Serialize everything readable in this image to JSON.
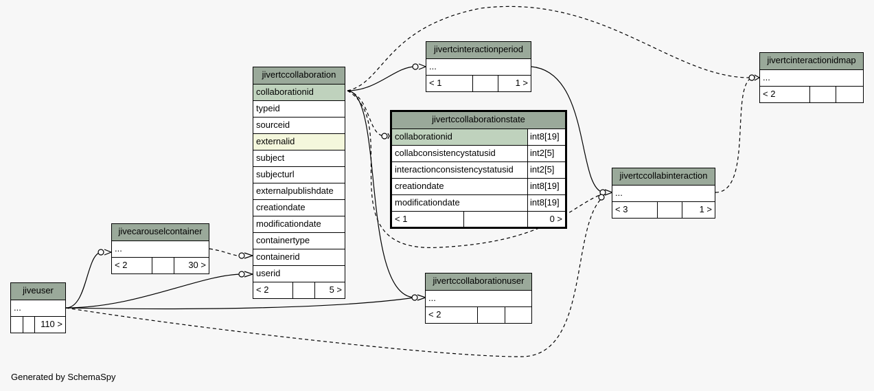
{
  "footer": "Generated by SchemaSpy",
  "tables": {
    "jiveuser": {
      "name": "jiveuser",
      "rows": [
        "..."
      ],
      "stats": [
        "",
        "",
        "110 >"
      ]
    },
    "jivecarouselcontainer": {
      "name": "jivecarouselcontainer",
      "rows": [
        "..."
      ],
      "stats": [
        "< 2",
        "",
        "30 >"
      ]
    },
    "jivertccollaboration": {
      "name": "jivertccollaboration",
      "rows": [
        "collaborationid",
        "typeid",
        "sourceid",
        "externalid",
        "subject",
        "subjecturl",
        "externalpublishdate",
        "creationdate",
        "modificationdate",
        "containertype",
        "containerid",
        "userid"
      ],
      "stats": [
        "< 2",
        "",
        "5 >"
      ]
    },
    "jivertccollaborationstate": {
      "name": "jivertccollaborationstate",
      "rows": [
        {
          "column": "collaborationid",
          "type": "int8[19]"
        },
        {
          "column": "collabconsistencystatusid",
          "type": "int2[5]"
        },
        {
          "column": "interactionconsistencystatusid",
          "type": "int2[5]"
        },
        {
          "column": "creationdate",
          "type": "int8[19]"
        },
        {
          "column": "modificationdate",
          "type": "int8[19]"
        }
      ],
      "stats": [
        "< 1",
        "",
        "0 >"
      ]
    },
    "jivertcinteractionperiod": {
      "name": "jivertcinteractionperiod",
      "rows": [
        "..."
      ],
      "stats": [
        "< 1",
        "",
        "1 >"
      ]
    },
    "jivertccollaborationuser": {
      "name": "jivertccollaborationuser",
      "rows": [
        "..."
      ],
      "stats": [
        "< 2",
        "",
        ""
      ]
    },
    "jivertccollabinteraction": {
      "name": "jivertccollabinteraction",
      "rows": [
        "..."
      ],
      "stats": [
        "< 3",
        "",
        "1 >"
      ]
    },
    "jivertcinteractionidmap": {
      "name": "jivertcinteractionidmap",
      "rows": [
        "..."
      ],
      "stats": [
        "< 2",
        "",
        ""
      ]
    }
  },
  "relationships": [
    {
      "from": "jiveuser",
      "to": "jivecarouselcontainer",
      "style": "solid"
    },
    {
      "from": "jiveuser",
      "to": "jivertccollaboration.userid",
      "style": "solid"
    },
    {
      "from": "jiveuser",
      "to": "jivertccollaborationuser",
      "style": "solid"
    },
    {
      "from": "jiveuser",
      "to": "jivertccollabinteraction",
      "style": "dashed"
    },
    {
      "from": "jivecarouselcontainer",
      "to": "jivertccollaboration.containerid",
      "style": "dashed"
    },
    {
      "from": "jivertccollaboration.collaborationid",
      "to": "jivertcinteractionperiod",
      "style": "solid"
    },
    {
      "from": "jivertccollaboration.collaborationid",
      "to": "jivertcinteractionidmap",
      "style": "dashed"
    },
    {
      "from": "jivertccollaboration.collaborationid",
      "to": "jivertccollaborationstate.collaborationid",
      "style": "dashed"
    },
    {
      "from": "jivertccollaboration.collaborationid",
      "to": "jivertccollaborationuser",
      "style": "solid"
    },
    {
      "from": "jivertccollaboration.collaborationid",
      "to": "jivertccollabinteraction",
      "style": "dashed"
    },
    {
      "from": "jivertcinteractionperiod",
      "to": "jivertccollabinteraction",
      "style": "solid"
    },
    {
      "from": "jivertccollabinteraction",
      "to": "jivertcinteractionidmap",
      "style": "dashed"
    }
  ]
}
